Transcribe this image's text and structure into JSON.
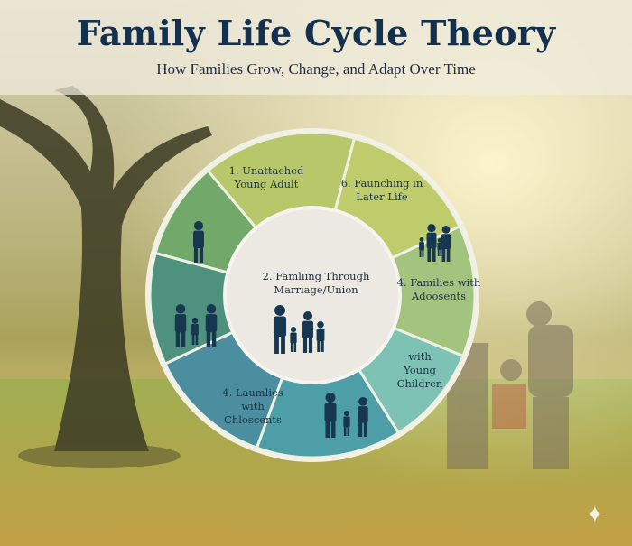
{
  "header": {
    "title": "Family Life Cycle Theory",
    "subtitle": "How Families Grow, Change, and Adapt Over Time"
  },
  "center": {
    "label_line1": "2. Famliing Through",
    "label_line2": "Marriage/Union",
    "icon": "family-of-four-icon"
  },
  "stages": [
    {
      "line1": "1. Unattached",
      "line2": "Young Adult",
      "line3": ""
    },
    {
      "line1": "6. Faunching in",
      "line2": "Later Life",
      "line3": ""
    },
    {
      "line1": "4. Families with",
      "line2": "Adoosents",
      "line3": ""
    },
    {
      "line1": "with",
      "line2": "Young",
      "line3": "Children"
    },
    {
      "line1": "4. Laumlies",
      "line2": "with",
      "line3": "Chloscents"
    }
  ],
  "colors": {
    "title": "#14304f",
    "seg_top": "#b8c76a",
    "seg_launch": "#bfcc6c",
    "seg_adol": "#a2c47e",
    "seg_young": "#7dc2b4",
    "seg_bottom": "#4d9ea6",
    "seg_chlo": "#4b8ea0",
    "seg_leftlow": "#4f917f",
    "seg_leftup": "#72a86a",
    "silhouette": "#173650"
  }
}
